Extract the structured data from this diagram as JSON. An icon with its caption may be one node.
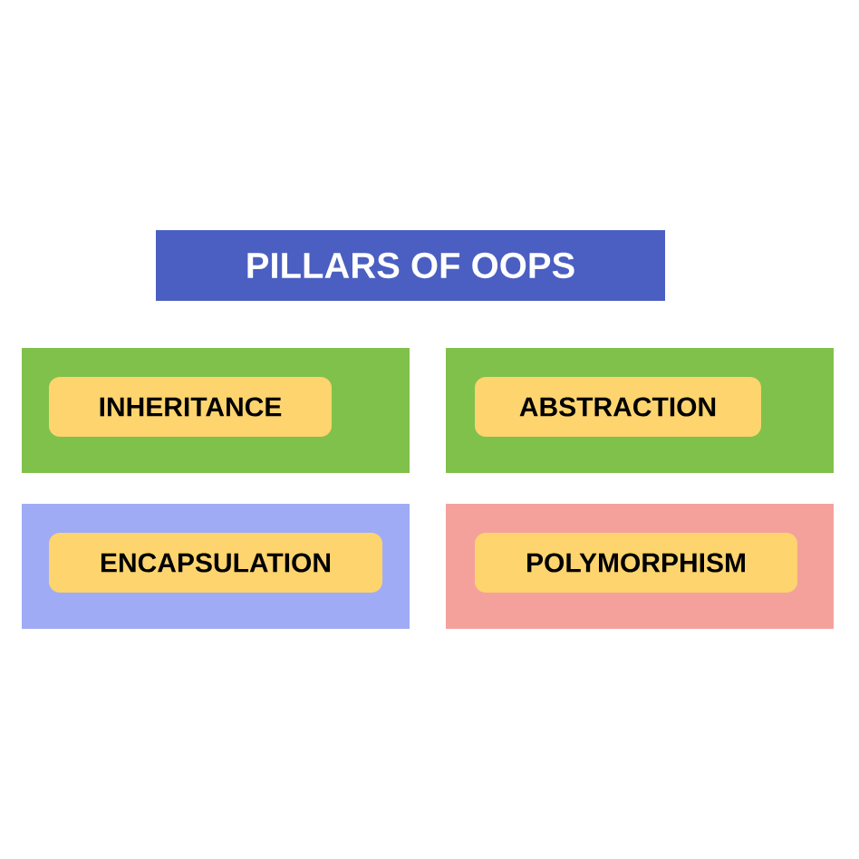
{
  "diagram": {
    "nodes": [
      {
        "text": [
          "PILLARS OF OOPS"
        ]
      },
      {
        "text": [],
        "shape": "box"
      },
      {
        "text": [
          "INHERITANCE"
        ],
        "in": 1
      },
      {
        "text": [],
        "shape": "box"
      },
      {
        "text": [
          "ABSTRACTION"
        ],
        "in": 3
      },
      {
        "text": [],
        "shape": "box"
      },
      {
        "text": [
          "ENCAPSULATION"
        ],
        "in": 5
      },
      {
        "text": [],
        "shape": "box"
      },
      {
        "text": [
          "POLYMORPHISM"
        ],
        "in": 7
      }
    ]
  }
}
